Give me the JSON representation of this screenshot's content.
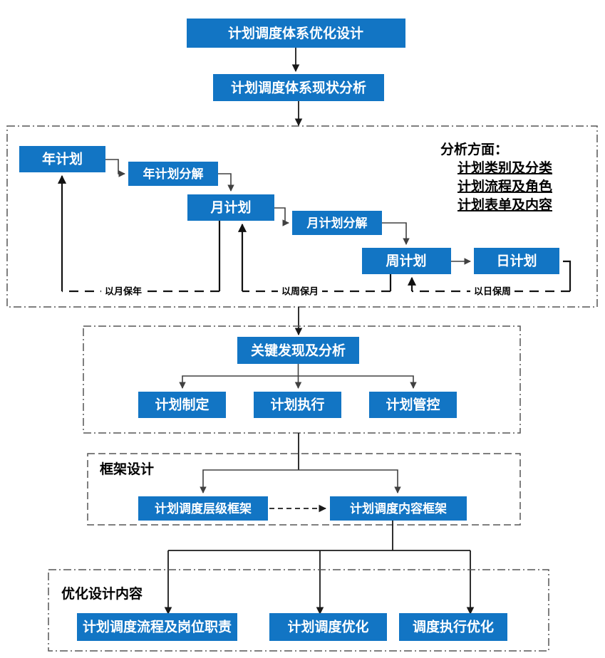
{
  "diagram": {
    "title": "计划调度体系优化设计",
    "accent_color": "#1275C4",
    "line_color": "#1a1a1a",
    "container_border_color": "#555555",
    "top_nodes": [
      {
        "id": "root",
        "label": "计划调度体系优化设计"
      },
      {
        "id": "current_analysis",
        "label": "计划调度体系现状分析"
      }
    ],
    "analysis_section": {
      "plan_nodes": [
        {
          "id": "year_plan",
          "label": "年计划"
        },
        {
          "id": "year_plan_breakdown",
          "label": "年计划分解"
        },
        {
          "id": "month_plan",
          "label": "月计划"
        },
        {
          "id": "month_plan_breakdown",
          "label": "月计划分解"
        },
        {
          "id": "week_plan",
          "label": "周计划"
        },
        {
          "id": "day_plan",
          "label": "日计划"
        }
      ],
      "feedback_labels": [
        {
          "id": "month_guarantees_year",
          "label": "以月保年"
        },
        {
          "id": "week_guarantees_month",
          "label": "以周保月"
        },
        {
          "id": "day_guarantees_week",
          "label": "以日保周"
        }
      ],
      "aspects_heading": "分析方面：",
      "aspects": [
        "计划类别及分类",
        "计划流程及角色",
        "计划表单及内容"
      ]
    },
    "findings_section": {
      "head": {
        "id": "key_findings",
        "label": "关键发现及分析"
      },
      "children": [
        {
          "id": "plan_formulation",
          "label": "计划制定"
        },
        {
          "id": "plan_execution",
          "label": "计划执行"
        },
        {
          "id": "plan_control",
          "label": "计划管控"
        }
      ]
    },
    "framework_section": {
      "title": "框架设计",
      "nodes": [
        {
          "id": "hierarchy_framework",
          "label": "计划调度层级框架"
        },
        {
          "id": "content_framework",
          "label": "计划调度内容框架"
        }
      ]
    },
    "optimization_section": {
      "title": "优化设计内容",
      "nodes": [
        {
          "id": "process_and_duties",
          "label": "计划调度流程及岗位职责"
        },
        {
          "id": "scheduling_optimization",
          "label": "计划调度优化"
        },
        {
          "id": "execution_optimization",
          "label": "调度执行优化"
        }
      ]
    }
  }
}
